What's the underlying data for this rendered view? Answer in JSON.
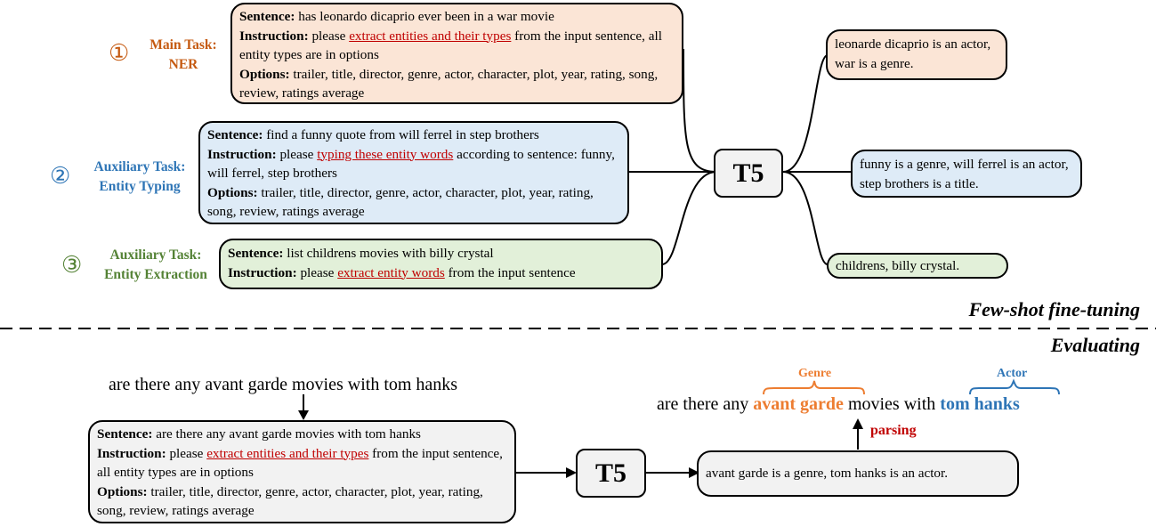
{
  "tasks": {
    "main": {
      "marker": "①",
      "title_line1": "Main Task:",
      "title_line2": "NER",
      "color": "#c55a11",
      "sentence_label": "Sentence:",
      "sentence": "has leonardo dicaprio ever been in a war movie",
      "instruction_label": "Instruction:",
      "instruction_pre": "please",
      "instruction_link": "extract entities and their types",
      "instruction_post": "from the input sentence, all entity types are in options",
      "options_label": "Options:",
      "options": "trailer, title, director, genre, actor, character, plot, year, rating, song, review, ratings average"
    },
    "typing": {
      "marker": "②",
      "title_line1": "Auxiliary Task:",
      "title_line2": "Entity Typing",
      "color": "#2e75b6",
      "sentence_label": "Sentence:",
      "sentence": "find a funny quote from will ferrel in step brothers",
      "instruction_label": "Instruction:",
      "instruction_pre": "please",
      "instruction_link": "typing these entity words",
      "instruction_post": "according to sentence: funny, will ferrel, step brothers",
      "options_label": "Options:",
      "options": "trailer, title, director, genre, actor, character, plot, year, rating, song, review, ratings average"
    },
    "extraction": {
      "marker": "③",
      "title_line1": "Auxiliary Task:",
      "title_line2": "Entity Extraction",
      "color": "#548235",
      "sentence_label": "Sentence:",
      "sentence": "list childrens movies with billy crystal",
      "instruction_label": "Instruction:",
      "instruction_pre": "please",
      "instruction_link": "extract entity words",
      "instruction_post": "from the input sentence"
    }
  },
  "model_label": "T5",
  "outputs": {
    "main": "leonarde dicaprio is an actor, war is a genre.",
    "typing": "funny is a genre, will ferrel is an actor, step brothers is a title.",
    "extraction": "childrens, billy crystal."
  },
  "phases": {
    "train": "Few-shot fine-tuning",
    "eval": "Evaluating"
  },
  "evaluation": {
    "query": "are there any avant garde movies with tom hanks",
    "sentence_label": "Sentence:",
    "sentence": "are there any avant garde movies with tom hanks",
    "instruction_label": "Instruction:",
    "instruction_pre": "please",
    "instruction_link": "extract entities and their types",
    "instruction_post": "from the input sentence, all entity types are in options",
    "options_label": "Options:",
    "options": "trailer, title, director, genre, actor, character, plot, year, rating, song, review, ratings average",
    "output": "avant garde is a genre, tom hanks is an actor.",
    "parsing_label": "parsing",
    "parsed": {
      "pre": "are there any",
      "genre_span": "avant garde",
      "mid": "movies with",
      "actor_span": "tom hanks",
      "genre_tag": "Genre",
      "actor_tag": "Actor"
    },
    "colors": {
      "genre": "#ed7d31",
      "actor": "#2e75b6",
      "parsing": "#c00000"
    }
  }
}
